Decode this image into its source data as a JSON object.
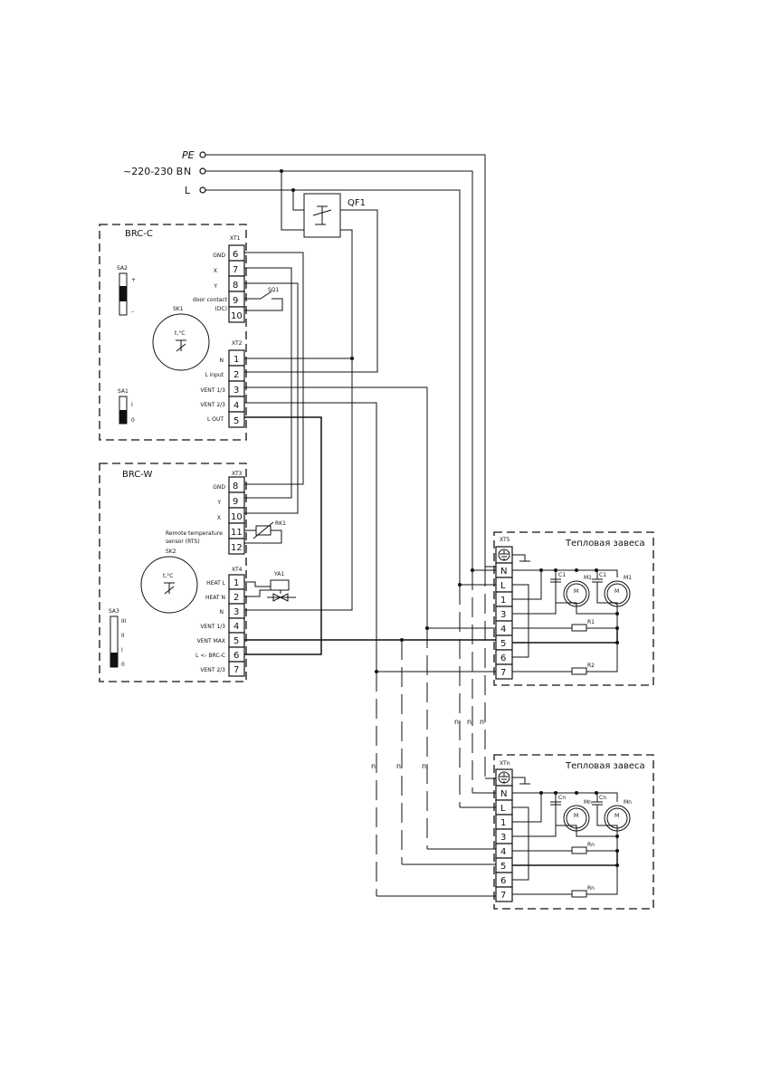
{
  "supply": {
    "pe": "PE",
    "voltage": "~220-230 В",
    "n": "N",
    "l": "L",
    "breaker": "QF1"
  },
  "brc_c": {
    "title": "BRC-C",
    "xt1": "XT1",
    "xt2": "XT2",
    "sa2": "SA2",
    "sa2_plus": "+",
    "sa2_minus": "–",
    "sa1": "SA1",
    "sa1_on": "I",
    "sa1_off": "0",
    "sk1": "SK1",
    "sensor": "t,°C",
    "sq1": "SQ1",
    "xt1_terms": [
      {
        "label": "GND",
        "num": "6"
      },
      {
        "label": "X",
        "num": "7"
      },
      {
        "label": "Y",
        "num": "8"
      },
      {
        "label": "door contact",
        "num": "9"
      },
      {
        "label": "(DC)",
        "num": "10"
      }
    ],
    "xt2_terms": [
      {
        "label": "N",
        "num": "1"
      },
      {
        "label": "L input",
        "num": "2"
      },
      {
        "label": "VENT 1/3",
        "num": "3"
      },
      {
        "label": "VENT 2/3",
        "num": "4"
      },
      {
        "label": "L OUT",
        "num": "5"
      }
    ]
  },
  "brc_w": {
    "title": "BRC-W",
    "xt3": "XT3",
    "xt4": "XT4",
    "sk2": "SK2",
    "sensor": "t,°C",
    "sa3": "SA3",
    "sa3_levels": [
      "III",
      "II",
      "I",
      "0"
    ],
    "rk1": "RK1",
    "ya1": "YA1",
    "xt3_terms": [
      {
        "label": "GND",
        "num": "8"
      },
      {
        "label": "Y",
        "num": "9"
      },
      {
        "label": "X",
        "num": "10"
      },
      {
        "label": "Remote temperature",
        "num": "11"
      },
      {
        "label": "sensor (RTS)",
        "num": "12"
      }
    ],
    "xt4_terms": [
      {
        "label": "HEAT L",
        "num": "1"
      },
      {
        "label": "HEAT N",
        "num": "2"
      },
      {
        "label": "N",
        "num": "3"
      },
      {
        "label": "VENT 1/3",
        "num": "4"
      },
      {
        "label": "VENT MAX",
        "num": "5"
      },
      {
        "label": "L <- BRC-C",
        "num": "6"
      },
      {
        "label": "VENT 2/3",
        "num": "7"
      }
    ]
  },
  "curtain_1": {
    "title": "Тепловая завеса",
    "block": "XT5",
    "terms": [
      "N",
      "L",
      "1",
      "3",
      "4",
      "5",
      "6",
      "7"
    ],
    "c1": "C1",
    "c2": "C1",
    "m1": "M1",
    "m2": "M1",
    "motor": "M",
    "r1": "R1",
    "r2": "R2"
  },
  "curtain_n": {
    "title": "Тепловая завеса",
    "block": "XTn",
    "terms": [
      "N",
      "L",
      "1",
      "3",
      "4",
      "5",
      "6",
      "7"
    ],
    "c1": "Cn",
    "c2": "Cn",
    "m1": "Mn",
    "m2": "Mn",
    "motor": "M",
    "r1": "Rn",
    "r2": "Rn"
  },
  "bus_marks": {
    "upper": [
      "n",
      "n",
      "n"
    ],
    "lower": [
      "n",
      "n",
      "n"
    ]
  }
}
